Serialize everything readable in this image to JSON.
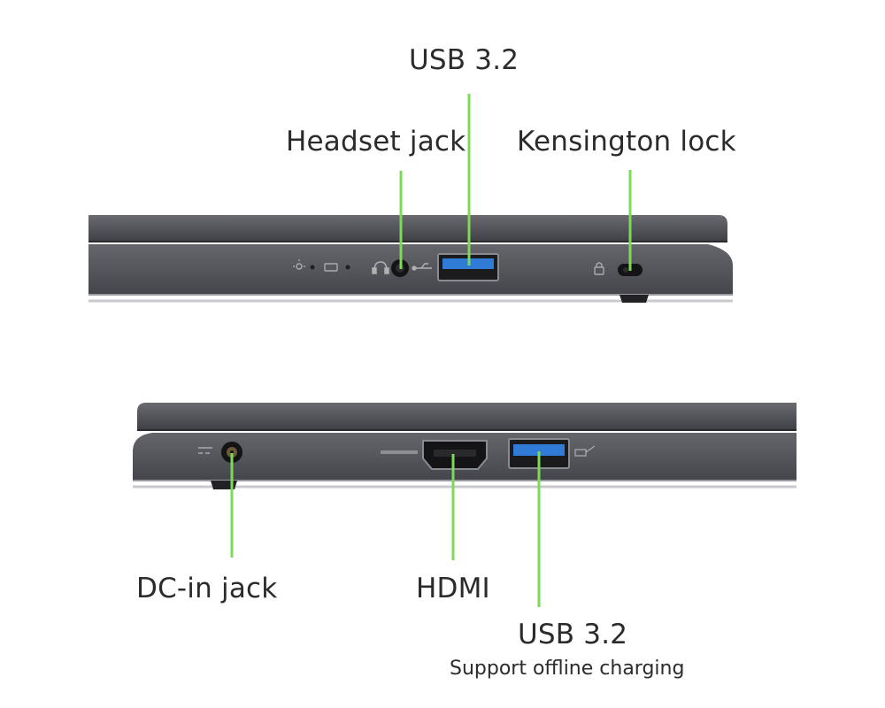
{
  "colors": {
    "callout_line": "#7ed957",
    "laptop_body": "#56575d",
    "laptop_lid": "#4a4b50",
    "usb_port": "#2f7bd6",
    "text": "#2b2b2b"
  },
  "top_view": {
    "labels": {
      "usb_top": "USB 3.2",
      "headset": "Headset jack",
      "kensington": "Kensington lock"
    }
  },
  "bottom_view": {
    "labels": {
      "dc_in": "DC-in jack",
      "hdmi": "HDMI",
      "usb_bottom": "USB 3.2",
      "usb_bottom_note": "Support offline charging"
    }
  }
}
